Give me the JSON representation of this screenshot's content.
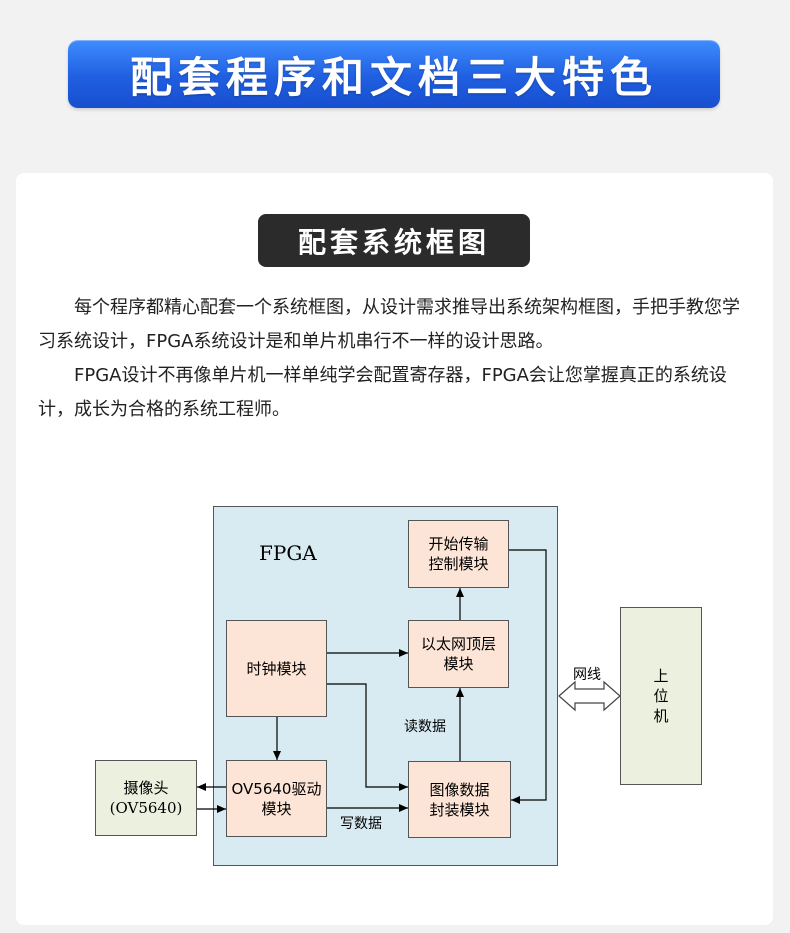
{
  "banner": {
    "title": "配套程序和文档三大特色"
  },
  "section": {
    "title": "配套系统框图",
    "paragraphs": [
      "每个程序都精心配套一个系统框图，从设计需求推导出系统架构框图，手把手教您学习系统设计，FPGA系统设计是和单片机串行不一样的设计思路。",
      "FPGA设计不再像单片机一样单纯学会配置寄存器，FPGA会让您掌握真正的系统设计，成长为合格的系统工程师。"
    ]
  },
  "diagram": {
    "region_label": "FPGA",
    "nodes": {
      "transfer_ctrl": "开始传输\n控制模块",
      "clock": "时钟模块",
      "ethernet_top": "以太网顶层\n模块",
      "camera_driver": "OV5640驱动\n模块",
      "image_pack": "图像数据\n封装模块",
      "camera": "摄像头\n(OV5640)",
      "host": "上\n位\n机"
    },
    "edge_labels": {
      "read": "读数据",
      "write": "写数据",
      "network": "网线"
    }
  }
}
